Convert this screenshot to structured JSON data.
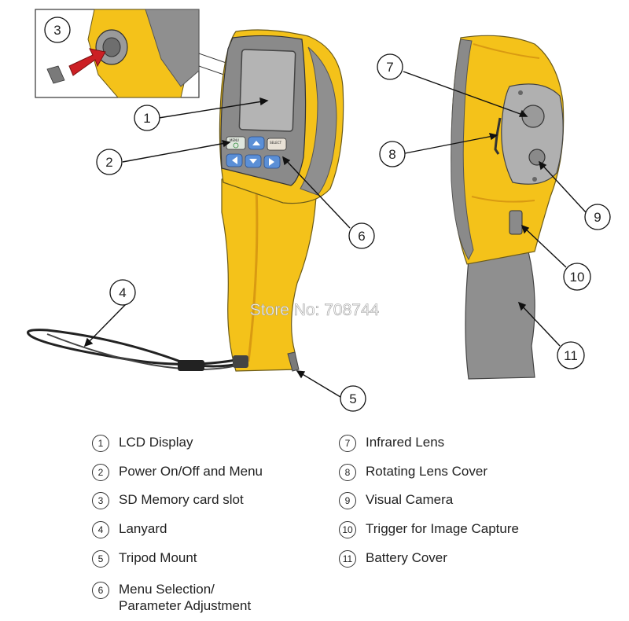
{
  "callouts": [
    "1",
    "2",
    "3",
    "4",
    "5",
    "6",
    "7",
    "8",
    "9",
    "10",
    "11"
  ],
  "device_buttons": {
    "menu": "MENU",
    "select": "SELECT"
  },
  "watermark": "Store No: 708744",
  "colors": {
    "body_yellow": "#f4c21a",
    "body_dark_yellow": "#d99a12",
    "rubber_gray": "#8f8f8f",
    "screen_gray": "#b4b4b4",
    "button_blue": "#5b8fd6",
    "arrow_red": "#cc1f24"
  },
  "legend": [
    {
      "num": "1",
      "label": "LCD Display"
    },
    {
      "num": "2",
      "label": "Power On/Off and Menu"
    },
    {
      "num": "3",
      "label": "SD Memory card slot"
    },
    {
      "num": "4",
      "label": "Lanyard"
    },
    {
      "num": "5",
      "label": "Tripod Mount"
    },
    {
      "num": "6",
      "label": "Menu Selection/\nParameter Adjustment"
    },
    {
      "num": "7",
      "label": "Infrared Lens"
    },
    {
      "num": "8",
      "label": "Rotating Lens Cover"
    },
    {
      "num": "9",
      "label": "Visual Camera"
    },
    {
      "num": "10",
      "label": "Trigger for Image Capture"
    },
    {
      "num": "11",
      "label": "Battery Cover"
    }
  ]
}
